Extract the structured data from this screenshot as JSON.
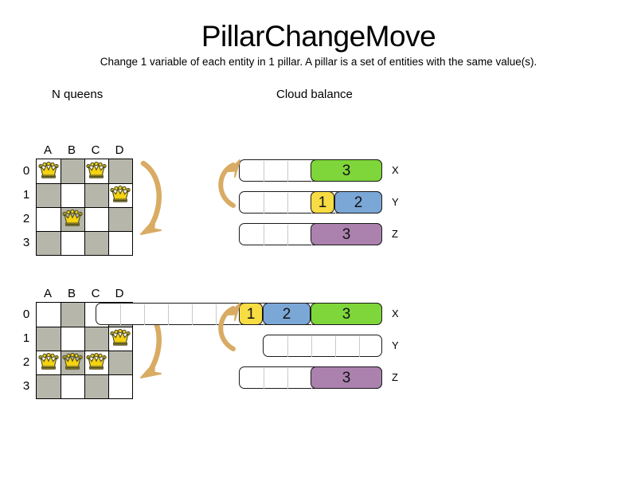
{
  "header": {
    "title": "PillarChangeMove",
    "subtitle": "Change 1 variable of each entity in 1 pillar. A pillar is a set of entities with the same value(s)."
  },
  "sections": {
    "nqueens_label": "N queens",
    "cloud_label": "Cloud balance"
  },
  "colors": {
    "dark_cell": "#b6b6ab",
    "light_cell": "#ffffff",
    "arrow": "#d9ab63",
    "yellow": "#f7dc44",
    "blue": "#7ba7d7",
    "green": "#7ed63a",
    "purple": "#ab81ae",
    "outline": "#1a1a1a"
  },
  "nqueens": {
    "columns": [
      "A",
      "B",
      "C",
      "D"
    ],
    "rows": [
      "0",
      "1",
      "2",
      "3"
    ],
    "before": {
      "queens": [
        {
          "col": "A",
          "row": "0"
        },
        {
          "col": "C",
          "row": "0"
        },
        {
          "col": "D",
          "row": "1"
        },
        {
          "col": "B",
          "row": "2"
        }
      ]
    },
    "after": {
      "queens": [
        {
          "col": "D",
          "row": "1"
        },
        {
          "col": "A",
          "row": "2"
        },
        {
          "col": "B",
          "row": "2"
        },
        {
          "col": "C",
          "row": "2"
        }
      ]
    }
  },
  "cloud": {
    "cell_count": 6,
    "before": {
      "computers": [
        {
          "name": "X",
          "used_cells": 3,
          "processes": [
            {
              "label": "3",
              "size": 3,
              "color": "#7ed63a"
            }
          ]
        },
        {
          "name": "Y",
          "used_cells": 3,
          "processes": [
            {
              "label": "1",
              "size": 1,
              "color": "#f7dc44"
            },
            {
              "label": "2",
              "size": 2,
              "color": "#7ba7d7"
            }
          ]
        },
        {
          "name": "Z",
          "used_cells": 3,
          "processes": [
            {
              "label": "3",
              "size": 3,
              "color": "#ab81ae"
            }
          ]
        }
      ]
    },
    "after": {
      "computers": [
        {
          "name": "X",
          "used_cells": 6,
          "processes": [
            {
              "label": "1",
              "size": 1,
              "color": "#f7dc44"
            },
            {
              "label": "2",
              "size": 2,
              "color": "#7ba7d7"
            },
            {
              "label": "3",
              "size": 3,
              "color": "#7ed63a"
            }
          ]
        },
        {
          "name": "Y",
          "used_cells": 0,
          "processes": []
        },
        {
          "name": "Z",
          "used_cells": 3,
          "processes": [
            {
              "label": "3",
              "size": 3,
              "color": "#ab81ae"
            }
          ]
        }
      ]
    }
  },
  "arrows": {
    "chess_before": "curved-arrow-down",
    "chess_after": "curved-arrow-down",
    "cloud_before": "curved-arrow-up",
    "cloud_after": "curved-arrow-up"
  }
}
